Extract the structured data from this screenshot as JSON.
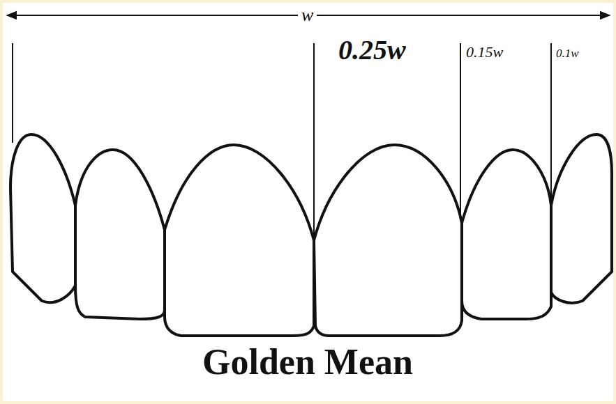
{
  "diagram": {
    "caption": "Golden Mean",
    "labels": [
      "w",
      "0.25w",
      "0.15w",
      "0.1w"
    ]
  }
}
